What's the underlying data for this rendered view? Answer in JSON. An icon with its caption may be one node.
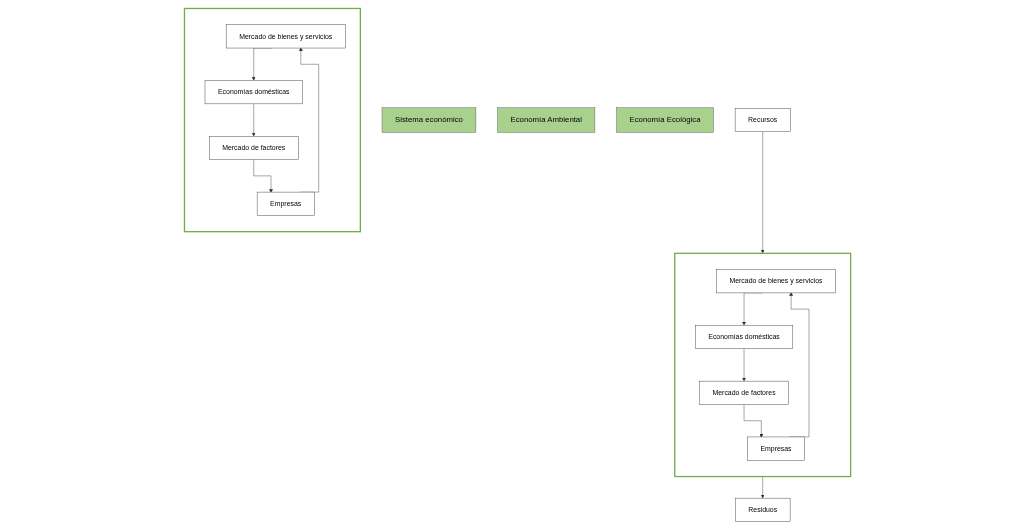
{
  "diagram": {
    "nodes": [
      {
        "text": [
          "Sistema económico"
        ]
      },
      {
        "text": [
          "Economía Ambiental"
        ]
      },
      {
        "text": [
          "Economía Ecológica"
        ]
      },
      {
        "text": [],
        "shape": "box"
      },
      {
        "text": [
          "Mercado de bienes y servicios"
        ],
        "in": 3
      },
      {
        "text": [
          "Empresas"
        ],
        "in": 3
      },
      {
        "text": [
          "Economías domésticas"
        ],
        "in": 3
      },
      {
        "text": [
          "Mercado de factores"
        ],
        "in": 3
      },
      {
        "text": [
          "Recursos"
        ]
      },
      {
        "text": [],
        "shape": "box"
      },
      {
        "text": [
          "Mercado de bienes y servicios"
        ],
        "in": 9
      },
      {
        "text": [
          "Empresas"
        ],
        "in": 9
      },
      {
        "text": [
          "Economías domésticas"
        ],
        "in": 9
      },
      {
        "text": [
          "Mercado de factores"
        ],
        "in": 9
      },
      {
        "text": [
          "Residuos"
        ]
      }
    ],
    "edges": [
      {
        "from": 4,
        "to": 6,
        "arrow": "to"
      },
      {
        "from": 6,
        "to": 7,
        "arrow": "to"
      },
      {
        "from": 7,
        "to": 5,
        "arrow": "to"
      },
      {
        "from": 5,
        "to": 4,
        "arrow": "to"
      },
      {
        "from": 8,
        "to": 9,
        "arrow": "to"
      },
      {
        "from": 10,
        "to": 12,
        "arrow": "to"
      },
      {
        "from": 12,
        "to": 13,
        "arrow": "to"
      },
      {
        "from": 13,
        "to": 11,
        "arrow": "to"
      },
      {
        "from": 11,
        "to": 10,
        "arrow": "to"
      },
      {
        "from": 9,
        "to": 14,
        "arrow": "to"
      }
    ]
  }
}
